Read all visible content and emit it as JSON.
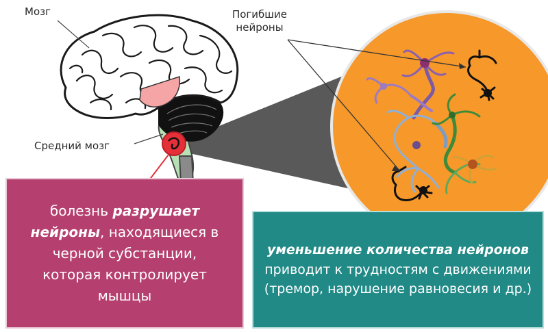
{
  "labels": {
    "brain": "Мозг",
    "dead_neurons_line1": "Погибшие",
    "dead_neurons_line2": "нейроны",
    "midbrain": "Средний мозг"
  },
  "left_box": {
    "t1": "болезнь ",
    "t2": "разрушает",
    "t3": "нейроны",
    "t4": ", находящиеся в черной субстанции, которая контролирует мышцы"
  },
  "right_box": {
    "t1": "уменьшение количества нейронов",
    "t2": " приводит к трудностям с движениями (тремор, нарушение равновесия и др.)"
  },
  "colors": {
    "left_box_bg": "#b53f6e",
    "right_box_bg": "#218a86",
    "circle_fill": "#f6982a",
    "cone": "#5a5a5a",
    "substantia_nigra": "#e5303a"
  }
}
